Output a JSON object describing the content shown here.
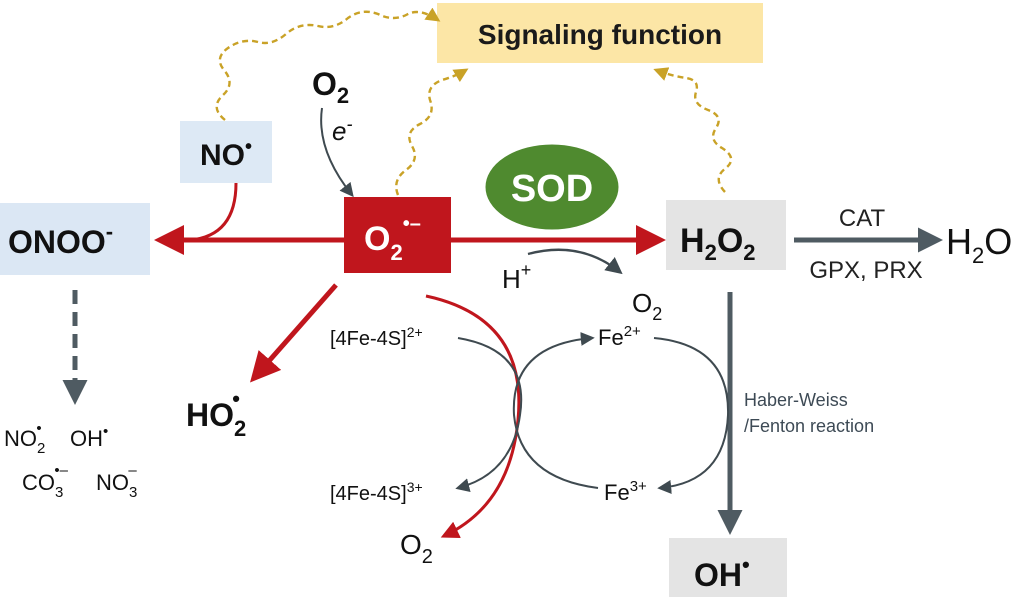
{
  "signaling": "Signaling function",
  "no_radical": {
    "base": "NO",
    "sup": "•"
  },
  "oxygen_top": {
    "base": "O",
    "sub": "2"
  },
  "electron": {
    "base": "e",
    "sup": "-"
  },
  "superoxide": {
    "base": "O",
    "sub": "2",
    "sup": "•–"
  },
  "sod": "SOD",
  "peroxynitrite": {
    "base": "ONOO",
    "sup": "-"
  },
  "h2o2": {
    "p1": "H",
    "s1": "2",
    "p2": "O",
    "s2": "2"
  },
  "cat": "CAT",
  "gpx_prx": "GPX, PRX",
  "water": {
    "p1": "H",
    "s1": "2",
    "p2": "O"
  },
  "proton": {
    "base": "H",
    "sup": "+"
  },
  "o2_mid": {
    "base": "O",
    "sub": "2"
  },
  "o2_bottom": {
    "base": "O",
    "sub": "2"
  },
  "ho2": {
    "base": "HO",
    "sub": "2",
    "sup": "•"
  },
  "fes_2plus": {
    "base": "[4Fe-4S]",
    "sup": "2+"
  },
  "fes_3plus": {
    "base": "[4Fe-4S]",
    "sup": "3+"
  },
  "fe2": {
    "base": "Fe",
    "sup": "2+"
  },
  "fe3": {
    "base": "Fe",
    "sup": "3+"
  },
  "haber_weiss": "Haber-Weiss",
  "fenton": "/Fenton reaction",
  "hydroxyl": {
    "base": "OH",
    "sup": "•"
  },
  "products": {
    "no2": {
      "base": "NO",
      "sub": "2",
      "sup": "•"
    },
    "oh": {
      "base": "OH",
      "sup": "•"
    },
    "co3": {
      "base": "CO",
      "sub": "3",
      "sup": "•–"
    },
    "no3": {
      "base": "NO",
      "sub": "3",
      "sup": "–"
    }
  },
  "colors": {
    "red": "#c0161d",
    "gray_arrow": "#4f5b62",
    "gold_dash": "#c9a227",
    "signal_box": "#fce6a6",
    "no_box": "#dde9f5",
    "onoo_box": "#dbe7f4",
    "h2o2_box": "#e4e4e4",
    "sod_fill": "#4f8a2f"
  }
}
